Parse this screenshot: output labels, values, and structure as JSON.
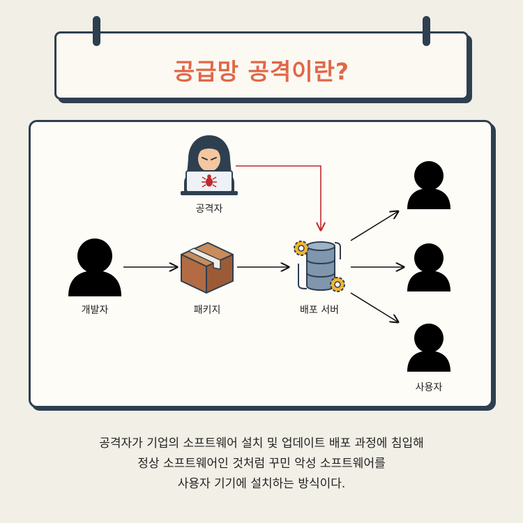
{
  "title": "공급망 공격이란?",
  "nodes": {
    "attacker": "공격자",
    "developer": "개발자",
    "package": "패키지",
    "server": "배포 서버",
    "users": "사용자"
  },
  "description": [
    "공격자가 기업의 소프트웨어 설치 및 업데이트 배포 과정에 침입해",
    "정상 소프트웨어인 것처럼 꾸민 악성 소프트웨어를",
    "사용자 기기에 설치하는 방식이다."
  ],
  "colors": {
    "title": "#e16747",
    "border": "#2e3f50",
    "attack_arrow": "#c0282d",
    "flow_arrow": "#111111",
    "box": "#b26b43",
    "server": "#7f96ad",
    "gear": "#f2b531"
  },
  "icons": {
    "attacker": "hacker-icon",
    "developer": "person-icon",
    "package": "package-box-icon",
    "server": "database-server-icon",
    "users": "person-icon"
  }
}
